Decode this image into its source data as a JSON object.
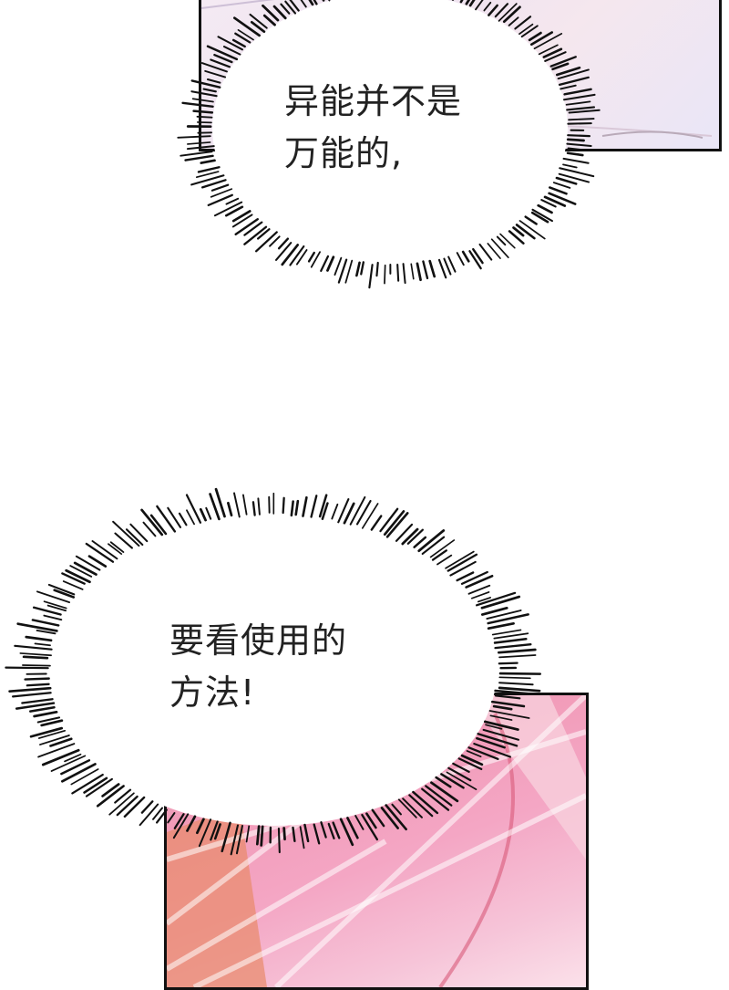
{
  "speech_bubbles": [
    {
      "lines": [
        "异能并不是",
        "万能的,"
      ]
    },
    {
      "lines": [
        "要看使用的",
        "方法!"
      ]
    }
  ],
  "colors": {
    "panel_border": "#111111",
    "bubble_fill": "#ffffff",
    "spike_color": "#111111",
    "text_color": "#222222",
    "top_panel_tint": "#efe3f1",
    "bottom_panel_tint": "#f19bb8"
  }
}
